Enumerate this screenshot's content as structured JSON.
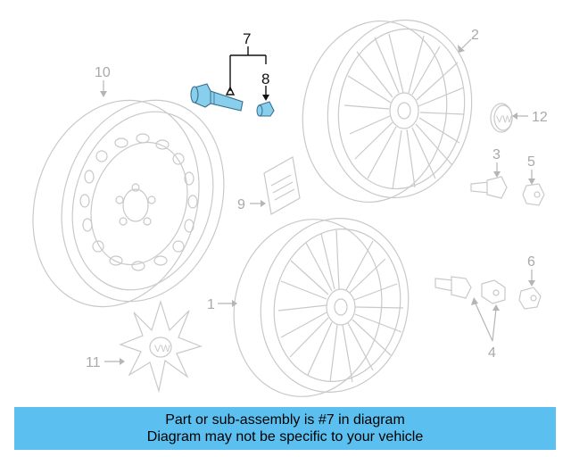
{
  "diagram": {
    "callouts": {
      "c1": "1",
      "c2": "2",
      "c3": "3",
      "c4": "4",
      "c5": "5",
      "c6": "6",
      "c7": "7",
      "c8": "8",
      "c9": "9",
      "c10": "10",
      "c11": "11",
      "c12": "12"
    },
    "highlight_color": "#88cfee",
    "faint_color": "#c9c9c9"
  },
  "banner": {
    "line1": "Part or sub-assembly is #7 in diagram",
    "line2": "Diagram may not be specific to your vehicle",
    "background": "#5bc0f0"
  }
}
